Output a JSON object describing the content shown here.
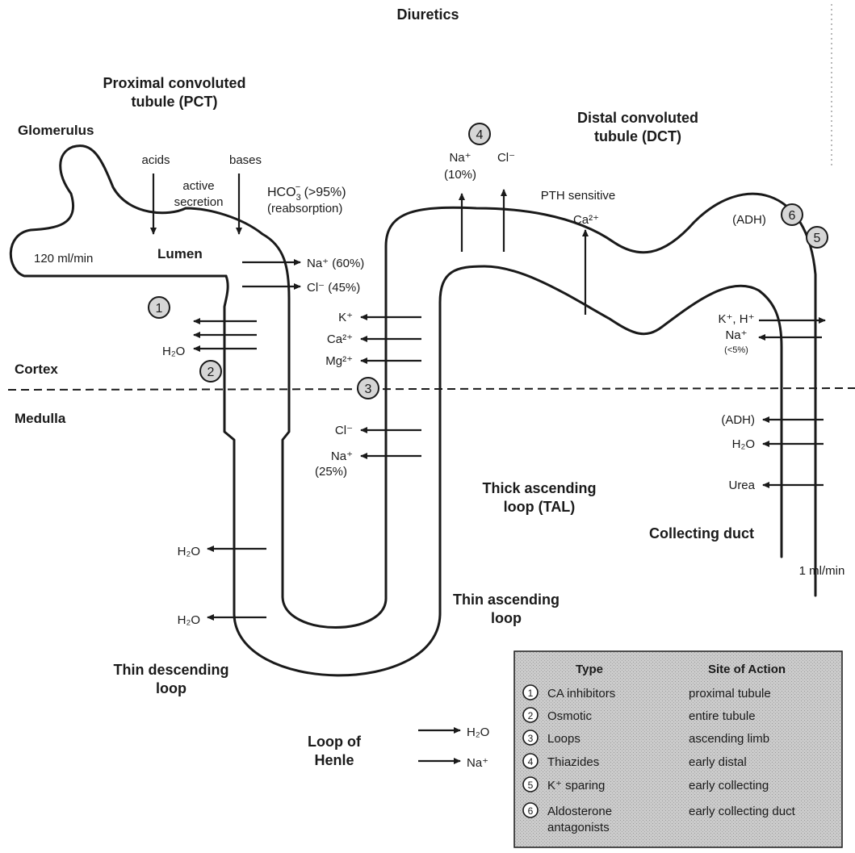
{
  "title": "Diuretics",
  "regions": {
    "glomerulus": "Glomerulus",
    "pct_line1": "Proximal convoluted",
    "pct_line2": "tubule (PCT)",
    "dct_line1": "Distal convoluted",
    "dct_line2": "tubule (DCT)",
    "lumen": "Lumen",
    "cortex": "Cortex",
    "medulla": "Medulla",
    "tal_line1": "Thick ascending",
    "tal_line2": "loop (TAL)",
    "thin_asc_line1": "Thin ascending",
    "thin_asc_line2": "loop",
    "thin_desc_line1": "Thin descending",
    "thin_desc_line2": "loop",
    "henle_line1": "Loop of",
    "henle_line2": "Henle",
    "collecting_duct": "Collecting duct"
  },
  "labels": {
    "gfr": "120 ml/min",
    "urine_flow": "1 ml/min",
    "acids": "acids",
    "bases": "bases",
    "active_secretion_line1": "active",
    "active_secretion_line2": "secretion",
    "hco3_base": "HCO",
    "hco3_sub": "3",
    "hco3_sup": "−",
    "hco3_pct": " (>95%)",
    "reabsorption": "(reabsorption)",
    "na_60": "Na⁺ (60%)",
    "cl_45": "Cl⁻ (45%)",
    "h2o": "H₂O",
    "k": "K⁺",
    "ca": "Ca²⁺",
    "mg": "Mg²⁺",
    "cl": "Cl⁻",
    "na": "Na⁺",
    "pct_25": "(25%)",
    "pct_10": "(10%)",
    "pth_sensitive": "PTH sensitive",
    "adh": "(ADH)",
    "k_h": "K⁺, H⁺",
    "pct_lt5": "(<5%)",
    "urea": "Urea"
  },
  "markers": [
    "1",
    "2",
    "3",
    "4",
    "5",
    "6"
  ],
  "legend": {
    "header_type": "Type",
    "header_site": "Site of Action",
    "rows": [
      {
        "num": "1",
        "type": "CA inhibitors",
        "site": "proximal tubule"
      },
      {
        "num": "2",
        "type": "Osmotic",
        "site": "entire tubule"
      },
      {
        "num": "3",
        "type": "Loops",
        "site": "ascending limb"
      },
      {
        "num": "4",
        "type": "Thiazides",
        "site": "early distal"
      },
      {
        "num": "5",
        "type": "K⁺ sparing",
        "site": "early collecting"
      },
      {
        "num": "6",
        "type": "Aldosterone",
        "type2": "antagonists",
        "site": "early collecting duct"
      }
    ]
  },
  "colors": {
    "ink": "#1a1a1a",
    "legend_fill": "#c9c9c9",
    "marker_fill": "#d6d6d6"
  }
}
